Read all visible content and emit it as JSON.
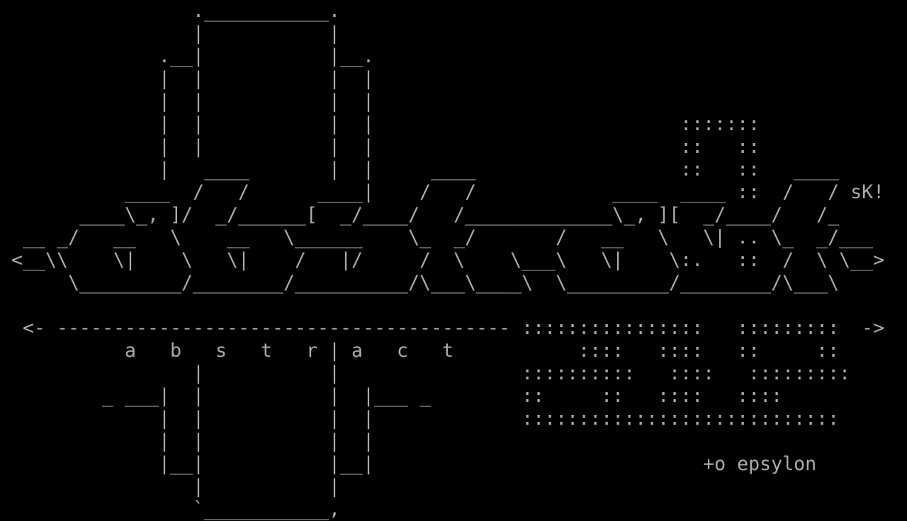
{
  "screen": {
    "foreground": "#aaaaaa",
    "background": "#000000"
  },
  "art": {
    "lines": [
      "                 .___________.",
      "                 |           |",
      "              .__|           |__.",
      "              |  |           |  |",
      "              |  |           |  |",
      "              |  |           |  |                           :::::::",
      "              |  |           |  |                           ::   ::",
      "              |   ____       |  |     ____                  ::   ::   ____",
      "           ____  /   /      ____|    /   /            ____  ____ ::  /   / sK!",
      "       ____\\_, ]/  _/______[  _/____/   /_____________\\_, ][  _/____/   /_",
      "  __ _/   __   \\    __   \\______    \\_  _/       /   __   \\   \\| .. \\_  _/___",
      " <__\\\\    \\|    \\   \\|    /   |/     /  \\    \\___\\   \\|    \\:.   ::  /  \\ \\__>",
      "      \\_________/________/__________/\\___\\____\\  \\_________/________/\\___\\",
      "",
      "  <- ---------------------------------------- ::::::::::::::::   :::::::::  ->",
      "           a   b   s   t   r | a   c   t           ::::   ::::   ::     ::",
      "                 |           |                ::::::::::   ::::   :::::::::",
      "         _ ___|  |           |  |___ _        ::     ::   ::::   ::::",
      "              |  |           |  |             ::::::::::::::::::::::::::::",
      "              |  |           |  |",
      "              |__|           |__|                             +o epsylon",
      "                 |           |",
      "                 `___________,"
    ]
  }
}
